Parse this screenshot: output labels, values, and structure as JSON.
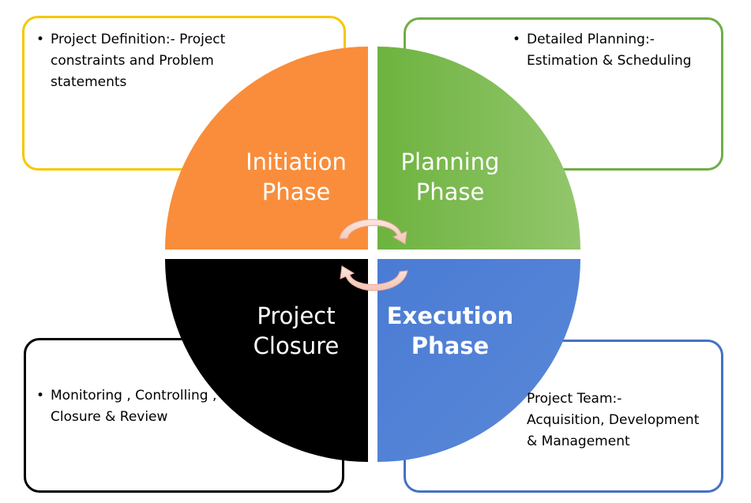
{
  "notes": {
    "initiation": "Project Definition:- Project constraints and Problem statements",
    "planning": "Detailed Planning:- Estimation & Scheduling",
    "closure": "Monitoring , Controlling , Closure & Review",
    "execution": "Project Team:- Acquisition, Development & Management"
  },
  "bullet": "•",
  "phases": {
    "initiation": {
      "line1": "Initiation",
      "line2": "Phase",
      "color": "#f98d3b"
    },
    "planning": {
      "line1": "Planning",
      "line2": "Phase",
      "color": "#74b74a"
    },
    "closure": {
      "line1": "Project",
      "line2": "Closure",
      "color": "#000000"
    },
    "execution": {
      "line1": "Execution",
      "line2": "Phase",
      "color": "#4f7ed3"
    }
  },
  "colors": {
    "initiation_border": "#f5c800",
    "planning_border": "#70ad47",
    "closure_border": "#000000",
    "execution_border": "#4472c4",
    "arrow": "#f6d2c8"
  }
}
